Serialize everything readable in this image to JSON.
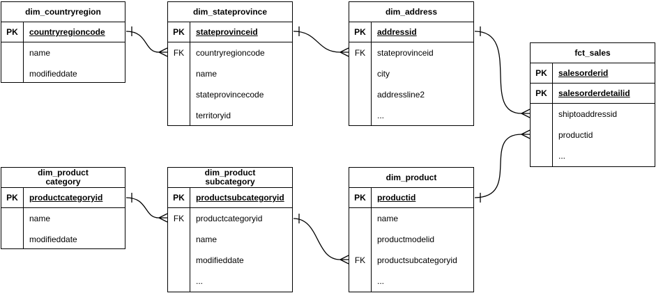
{
  "diagram_type": "entity-relationship",
  "colors": {
    "line": "#000000",
    "text": "#000000",
    "table_fill": "#ffffff",
    "background": "#ffffff"
  },
  "tables": [
    {
      "title": "dim_countryregion",
      "keys": [
        {
          "badge": "PK",
          "field": "countryregioncode"
        }
      ],
      "attrs": [
        {
          "badge": "",
          "field": "name"
        },
        {
          "badge": "",
          "field": "modifieddate"
        }
      ]
    },
    {
      "title": "dim_stateprovince",
      "keys": [
        {
          "badge": "PK",
          "field": "stateprovinceid"
        }
      ],
      "attrs": [
        {
          "badge": "FK",
          "field": "countryregioncode"
        },
        {
          "badge": "",
          "field": "name"
        },
        {
          "badge": "",
          "field": "stateprovincecode"
        },
        {
          "badge": "",
          "field": "territoryid"
        }
      ]
    },
    {
      "title": "dim_address",
      "keys": [
        {
          "badge": "PK",
          "field": "addressid"
        }
      ],
      "attrs": [
        {
          "badge": "FK",
          "field": "stateprovinceid"
        },
        {
          "badge": "",
          "field": "city"
        },
        {
          "badge": "",
          "field": "addressline2"
        },
        {
          "badge": "",
          "field": "..."
        }
      ]
    },
    {
      "title": "fct_sales",
      "keys": [
        {
          "badge": "PK",
          "field": "salesorderid"
        },
        {
          "badge": "PK",
          "field": "salesorderdetailid"
        }
      ],
      "attrs": [
        {
          "badge": "",
          "field": "shiptoaddressid"
        },
        {
          "badge": "",
          "field": "productid"
        },
        {
          "badge": "",
          "field": "..."
        }
      ]
    },
    {
      "title": "dim_product\ncategory",
      "keys": [
        {
          "badge": "PK",
          "field": "productcategoryid"
        }
      ],
      "attrs": [
        {
          "badge": "",
          "field": "name"
        },
        {
          "badge": "",
          "field": "modifieddate"
        }
      ]
    },
    {
      "title": "dim_product\nsubcategory",
      "keys": [
        {
          "badge": "PK",
          "field": "productsubcategoryid"
        }
      ],
      "attrs": [
        {
          "badge": "FK",
          "field": "productcategoryid"
        },
        {
          "badge": "",
          "field": "name"
        },
        {
          "badge": "",
          "field": "modifieddate"
        },
        {
          "badge": "",
          "field": "..."
        }
      ]
    },
    {
      "title": "dim_product",
      "keys": [
        {
          "badge": "PK",
          "field": "productid"
        }
      ],
      "attrs": [
        {
          "badge": "",
          "field": "name"
        },
        {
          "badge": "",
          "field": "productmodelid"
        },
        {
          "badge": "FK",
          "field": "productsubcategoryid"
        },
        {
          "badge": "",
          "field": "..."
        }
      ]
    }
  ],
  "relationships": [
    {
      "from_table": "dim_countryregion",
      "from_field": "countryregioncode",
      "to_table": "dim_stateprovince",
      "to_field": "countryregioncode",
      "cardinality": "one-to-many"
    },
    {
      "from_table": "dim_stateprovince",
      "from_field": "stateprovinceid",
      "to_table": "dim_address",
      "to_field": "stateprovinceid",
      "cardinality": "one-to-many"
    },
    {
      "from_table": "dim_address",
      "from_field": "addressid",
      "to_table": "fct_sales",
      "to_field": "shiptoaddressid",
      "cardinality": "one-to-many"
    },
    {
      "from_table": "dim_product",
      "from_field": "productid",
      "to_table": "fct_sales",
      "to_field": "productid",
      "cardinality": "one-to-many"
    },
    {
      "from_table": "dim_productcategory",
      "from_field": "productcategoryid",
      "to_table": "dim_productsubcategory",
      "to_field": "productcategoryid",
      "cardinality": "one-to-many"
    },
    {
      "from_table": "dim_productsubcategory",
      "from_field": "productsubcategoryid",
      "to_table": "dim_product",
      "to_field": "productsubcategoryid",
      "cardinality": "one-to-many"
    }
  ]
}
